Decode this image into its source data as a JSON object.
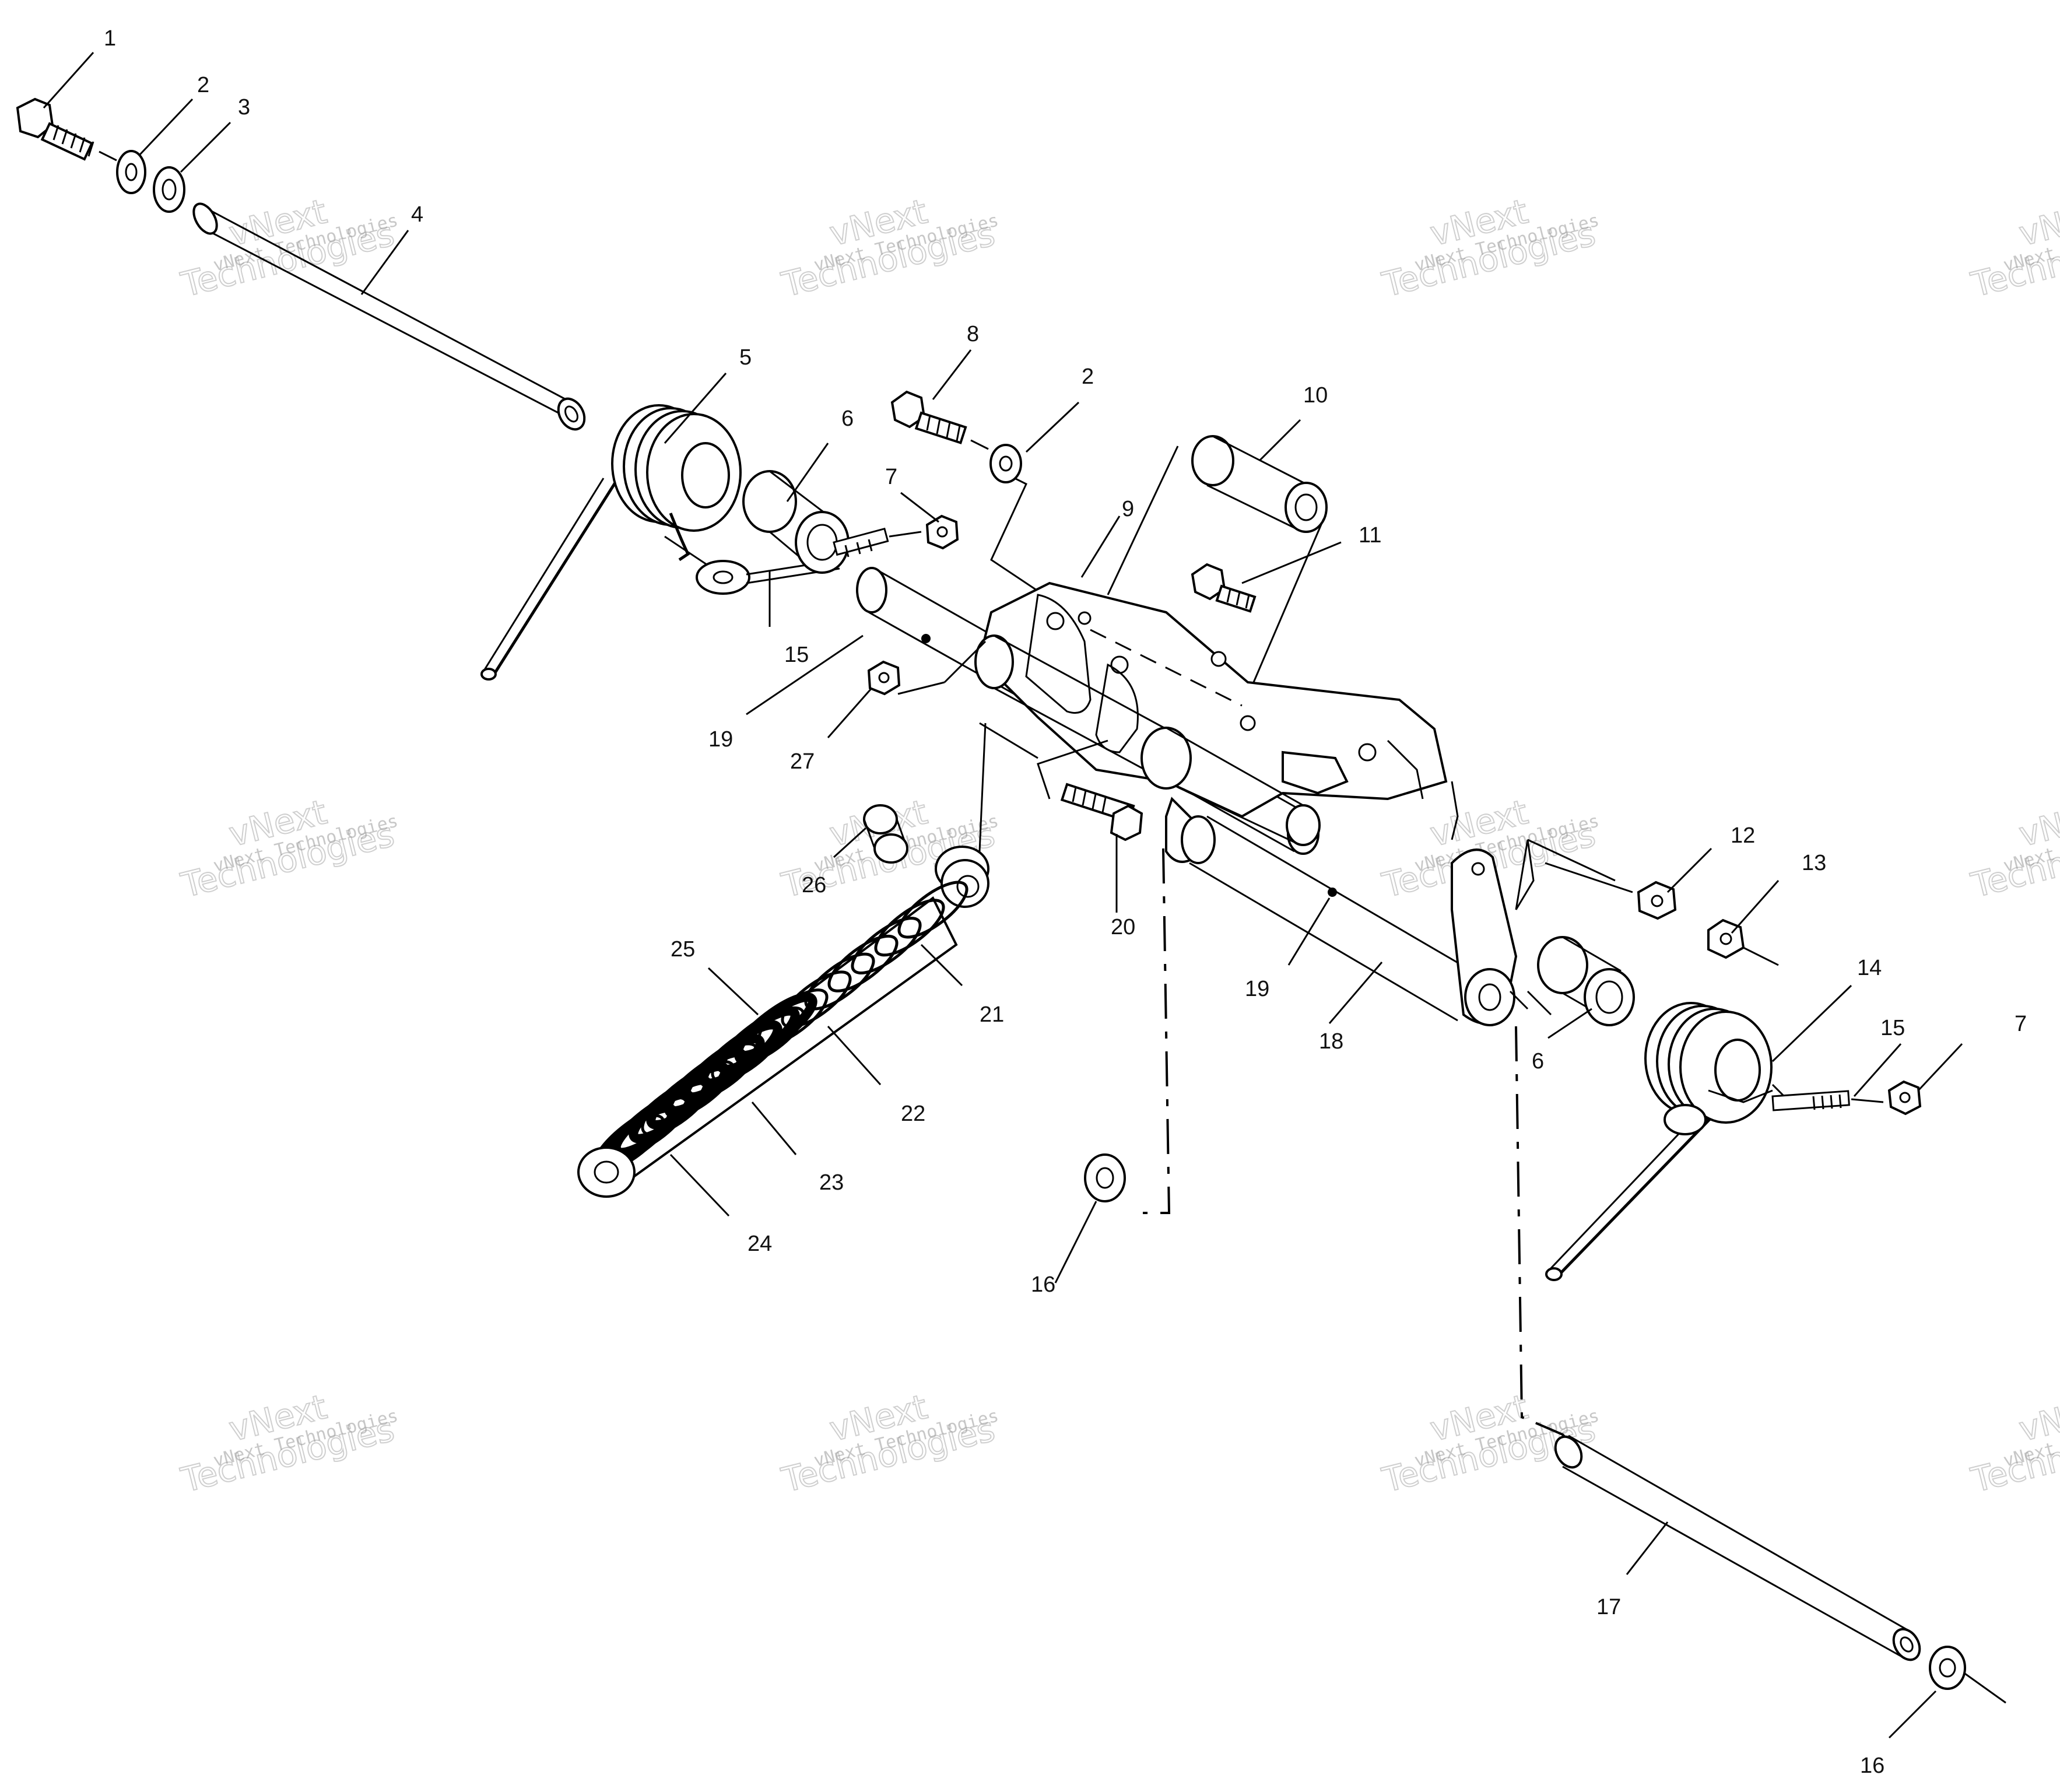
{
  "callouts": [
    {
      "id": "c1",
      "label": "1"
    },
    {
      "id": "c2a",
      "label": "2"
    },
    {
      "id": "c3",
      "label": "3"
    },
    {
      "id": "c4",
      "label": "4"
    },
    {
      "id": "c5",
      "label": "5"
    },
    {
      "id": "c6a",
      "label": "6"
    },
    {
      "id": "c7a",
      "label": "7"
    },
    {
      "id": "c8",
      "label": "8"
    },
    {
      "id": "c2b",
      "label": "2"
    },
    {
      "id": "c9",
      "label": "9"
    },
    {
      "id": "c10",
      "label": "10"
    },
    {
      "id": "c11",
      "label": "11"
    },
    {
      "id": "c15a",
      "label": "15"
    },
    {
      "id": "c19a",
      "label": "19"
    },
    {
      "id": "c27",
      "label": "27"
    },
    {
      "id": "c26",
      "label": "26"
    },
    {
      "id": "c25",
      "label": "25"
    },
    {
      "id": "c21",
      "label": "21"
    },
    {
      "id": "c22",
      "label": "22"
    },
    {
      "id": "c23",
      "label": "23"
    },
    {
      "id": "c24",
      "label": "24"
    },
    {
      "id": "c20",
      "label": "20"
    },
    {
      "id": "c19b",
      "label": "19"
    },
    {
      "id": "c18",
      "label": "18"
    },
    {
      "id": "c6b",
      "label": "6"
    },
    {
      "id": "c12",
      "label": "12"
    },
    {
      "id": "c13",
      "label": "13"
    },
    {
      "id": "c14",
      "label": "14"
    },
    {
      "id": "c15b",
      "label": "15"
    },
    {
      "id": "c7b",
      "label": "7"
    },
    {
      "id": "c16a",
      "label": "16"
    },
    {
      "id": "c17",
      "label": "17"
    },
    {
      "id": "c16b",
      "label": "16"
    }
  ],
  "watermark": {
    "line1": "vNext",
    "line2": "Technologies",
    "small": "vNext Technologies"
  }
}
